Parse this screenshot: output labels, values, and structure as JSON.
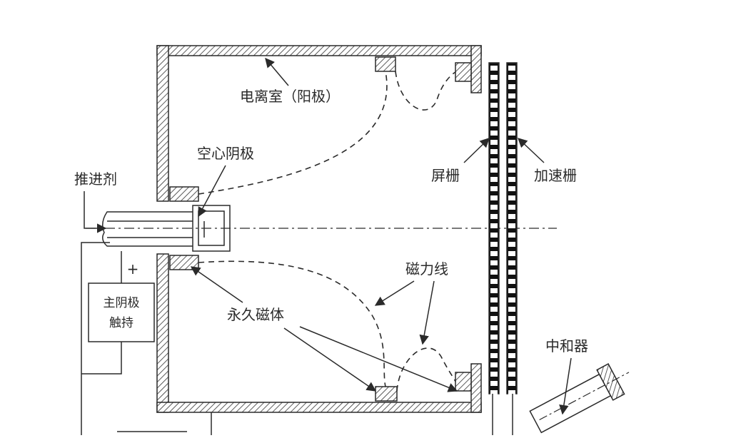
{
  "labels": {
    "ionization_chamber": "电离室（阳极）",
    "hollow_cathode": "空心阴极",
    "propellant": "推进剂",
    "screen_grid": "屏栅",
    "accel_grid": "加速栅",
    "magnetic_field_lines": "磁力线",
    "permanent_magnet": "永久磁体",
    "neutralizer": "中和器",
    "keeper_line1": "主阴极",
    "keeper_line2": "触持",
    "plus_sign": "+"
  },
  "colors": {
    "line": "#2a2a2a",
    "hatch": "#333333",
    "background": "#ffffff"
  }
}
